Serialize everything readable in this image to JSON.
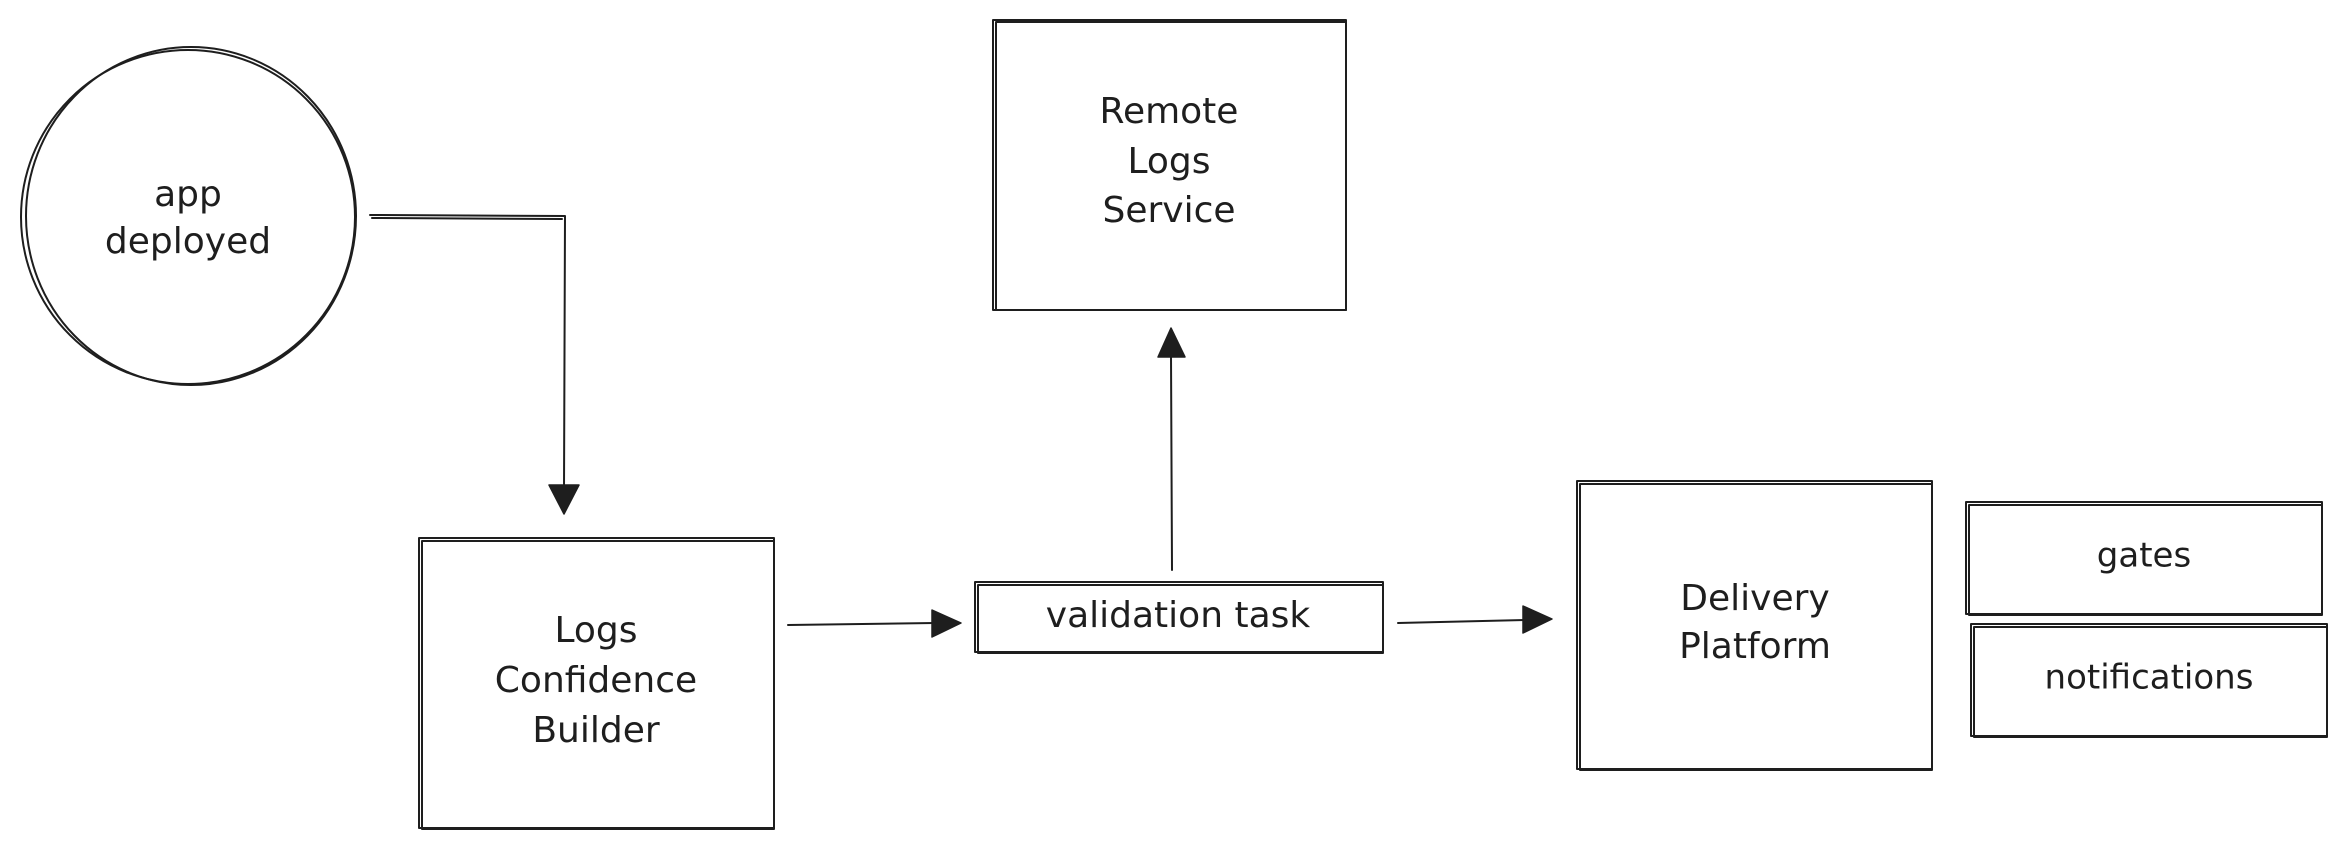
{
  "nodes": {
    "app_deployed": {
      "lines": [
        "app",
        "deployed"
      ]
    },
    "logs_confidence_builder": {
      "lines": [
        "Logs",
        "Confidence",
        "Builder"
      ]
    },
    "validation_task": {
      "lines": [
        "validation task"
      ]
    },
    "remote_logs_service": {
      "lines": [
        "Remote",
        "Logs",
        "Service"
      ]
    },
    "delivery_platform": {
      "lines": [
        "Delivery",
        "Platform"
      ]
    },
    "gates": {
      "lines": [
        "gates"
      ]
    },
    "notifications": {
      "lines": [
        "notifications"
      ]
    }
  },
  "colors": {
    "stroke": "#1e1e1e",
    "background": "#ffffff"
  }
}
